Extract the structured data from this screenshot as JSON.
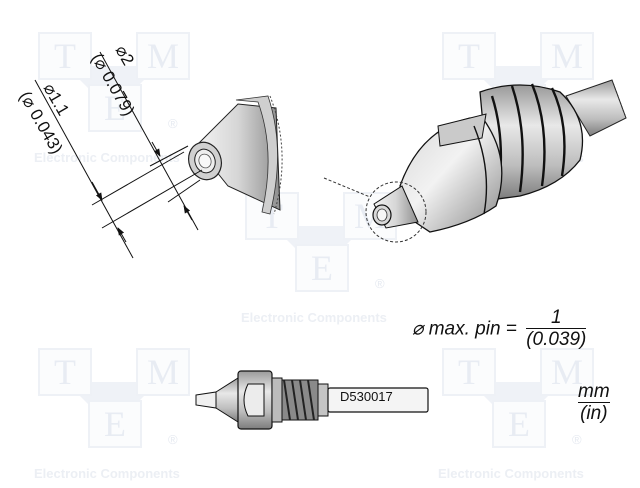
{
  "watermark": {
    "letters": [
      "T",
      "M",
      "E"
    ],
    "registered": "®",
    "caption": "Electronic Components",
    "color": "#e8ecf3"
  },
  "dimensions": {
    "outer": {
      "symbol": "⌀",
      "mm": "2",
      "inch": "(⌀ 0.079)"
    },
    "inner": {
      "symbol": "⌀",
      "mm": "1.1",
      "inch": "(⌀ 0.043)"
    }
  },
  "formula": {
    "label": "⌀ max. pin =",
    "numerator": "1",
    "denominator": "(0.039)"
  },
  "units": {
    "numerator": "mm",
    "denominator": "(in)"
  },
  "part": {
    "code": "D530017"
  },
  "colors": {
    "line": "#111111",
    "metal_light": "#e6e6e6",
    "metal_mid": "#b8b8b8",
    "metal_dark": "#8a8a8a"
  }
}
